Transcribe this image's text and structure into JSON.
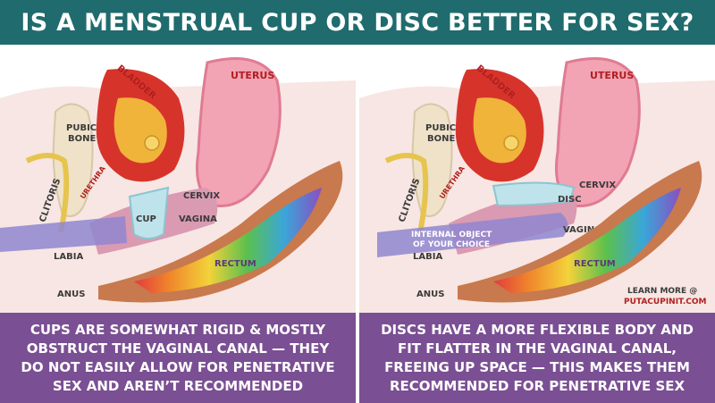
{
  "title": "IS A MENSTRUAL CUP OR DISC BETTER FOR SEX?",
  "left_panel": {
    "labels": {
      "pubic_bone": [
        "PUBIC",
        "BONE"
      ],
      "bladder": "BLADDER",
      "uterus": "UTERUS",
      "clitoris": "CLITORIS",
      "urethra": "URETHRA",
      "cervix": "CERVIX",
      "cup": "CUP",
      "vagina": "VAGINA",
      "rectum": "RECTUM",
      "labia": "LABIA",
      "anus": "ANUS"
    },
    "caption": "CUPS ARE SOMEWHAT RIGID & MOSTLY\nOBSTRUCT THE VAGINAL CANAL — THEY\nDO NOT EASILY ALLOW FOR PENETRATIVE\nSEX AND AREN’T RECOMMENDED"
  },
  "right_panel": {
    "labels": {
      "pubic_bone": [
        "PUBIC",
        "BONE"
      ],
      "bladder": "BLADDER",
      "uterus": "UTERUS",
      "clitoris": "CLITORIS",
      "urethra": "URETHRA",
      "cervix": "CERVIX",
      "disc": "DISC",
      "object": [
        "INTERNAL OBJECT",
        "OF YOUR CHOICE"
      ],
      "vagina": "VAGINA",
      "rectum": "RECTUM",
      "labia": "LABIA",
      "anus": "ANUS",
      "learn_more": [
        "LEARN MORE @",
        "PUTACUPINIT.COM"
      ]
    },
    "caption": "DISCS HAVE A MORE FLEXIBLE BODY AND\nFIT FLATTER IN THE VAGINAL CANAL,\nFREEING UP SPACE — THIS MAKES THEM\nRECOMMENDED FOR PENETRATIVE SEX"
  },
  "colors": {
    "title_bar": "#1f6b6d",
    "caption_bg": "#7a4f93",
    "uterus": "#f2a3b4",
    "bladder": "#d6342b",
    "pubic_bone": "#efe2c9",
    "cup_disc": "#bfe3ea",
    "object": "#8f86cf",
    "rectum_outer": "#c8794e"
  }
}
